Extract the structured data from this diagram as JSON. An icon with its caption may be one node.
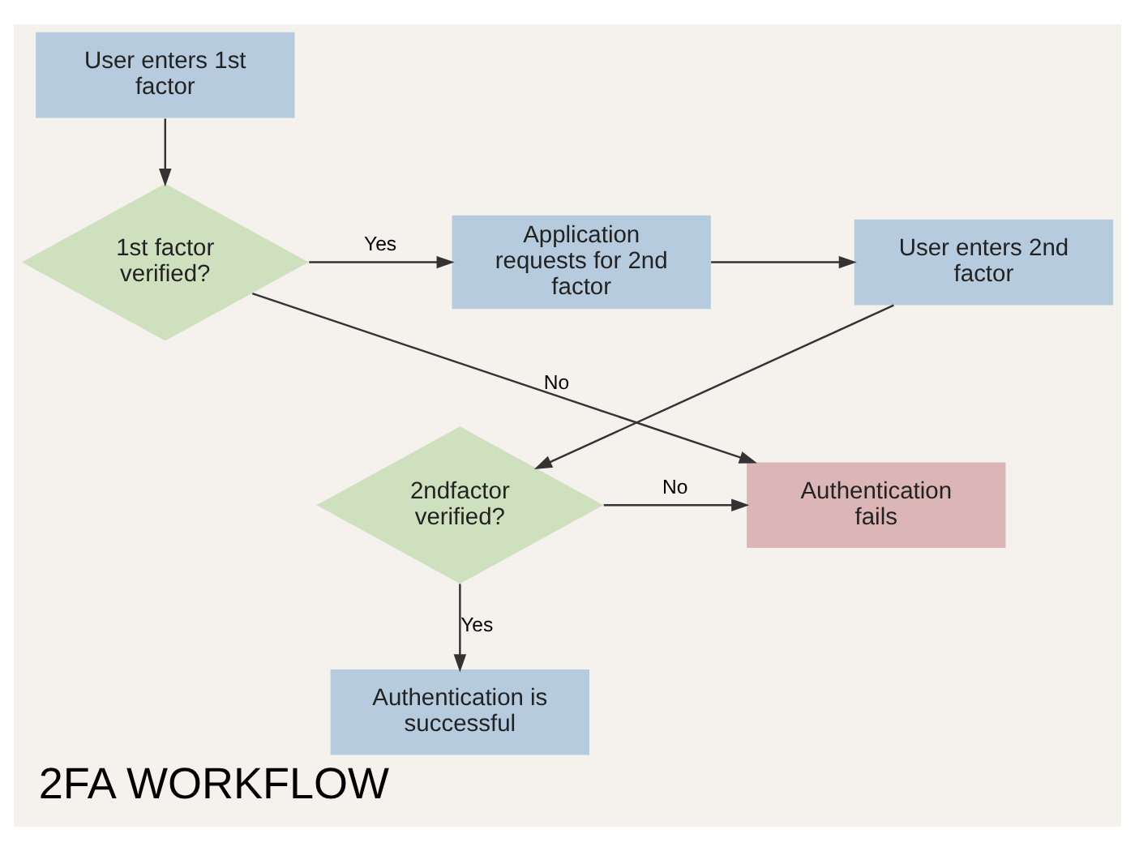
{
  "diagram": {
    "title": "2FA WORKFLOW",
    "nodes": [
      {
        "text": [
          "User enters 1st factor"
        ]
      },
      {
        "text": [
          "1st factor verified?"
        ]
      },
      {
        "text": [
          "Application requests for 2nd factor"
        ]
      },
      {
        "text": [
          "User enters 2nd factor"
        ]
      },
      {
        "text": [
          "Authentication fails"
        ]
      },
      {
        "text": [
          "2ndfactor verified?"
        ]
      },
      {
        "text": [
          "Authentication is successful"
        ]
      }
    ],
    "edges": [
      {
        "from": 0,
        "to": 1,
        "arrow": "to"
      },
      {
        "from": 1,
        "to": 2,
        "label": "Yes",
        "arrow": "to"
      },
      {
        "from": 2,
        "to": 3,
        "arrow": "to"
      },
      {
        "from": 1,
        "to": 4,
        "label": "No",
        "arrow": "to"
      },
      {
        "from": 3,
        "to": 5,
        "arrow": "to"
      },
      {
        "from": 5,
        "to": 4,
        "label": "No",
        "arrow": "to"
      },
      {
        "from": 5,
        "to": 6,
        "label": "Yes",
        "arrow": "to"
      }
    ]
  }
}
